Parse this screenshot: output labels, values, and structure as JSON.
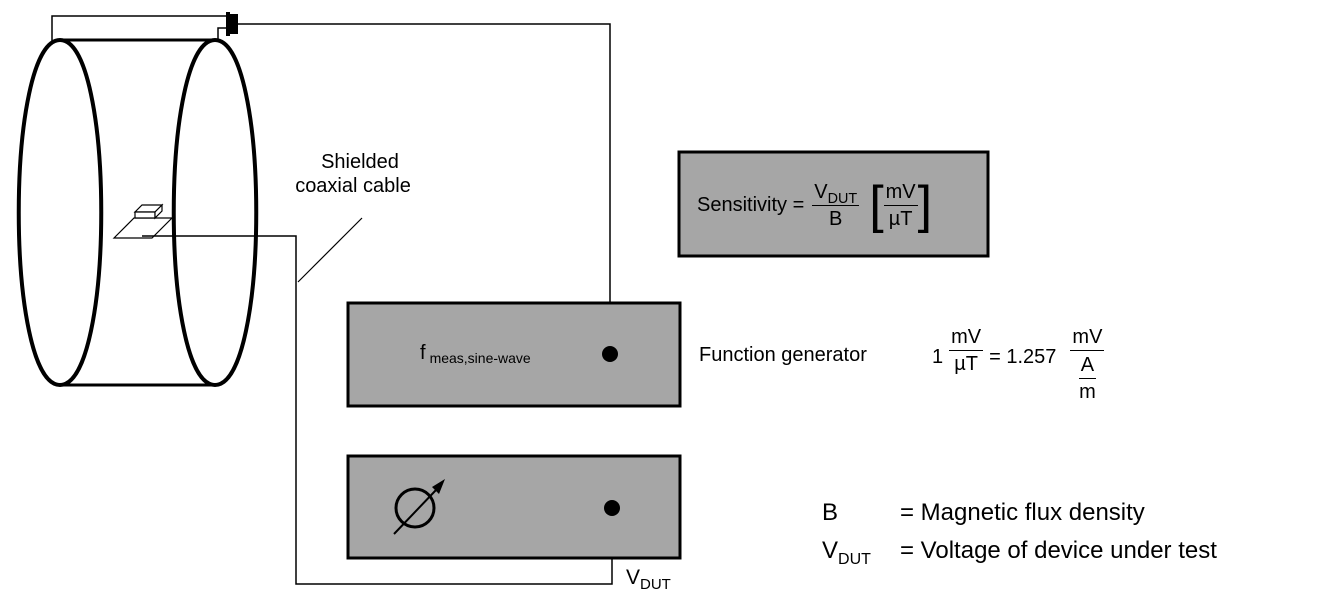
{
  "cable_label": {
    "line1": "Shielded",
    "line2": "coaxial cable"
  },
  "sensitivity_box": {
    "prefix": "Sensitivity =",
    "numerator_v": "V",
    "numerator_sub": "DUT",
    "denominator": "B",
    "unit_num": "mV",
    "unit_den": "µT"
  },
  "function_generator": {
    "freq_f": "f",
    "freq_sub": "meas,sine-wave",
    "label": "Function generator"
  },
  "conversion": {
    "lhs_coeff": "1",
    "lhs_num": "mV",
    "lhs_den": "µT",
    "equals": "= 1.257",
    "rhs_num": "mV",
    "rhs_den_num": "A",
    "rhs_den_den": "m"
  },
  "voltmeter_output": {
    "v": "V",
    "sub": "DUT"
  },
  "legend": [
    {
      "sym": "B",
      "sub": "",
      "text": "=  Magnetic flux density"
    },
    {
      "sym": "V",
      "sub": "DUT",
      "text": "=  Voltage of device under test"
    }
  ],
  "colors": {
    "box_fill": "#a6a6a6",
    "line": "#000000"
  }
}
